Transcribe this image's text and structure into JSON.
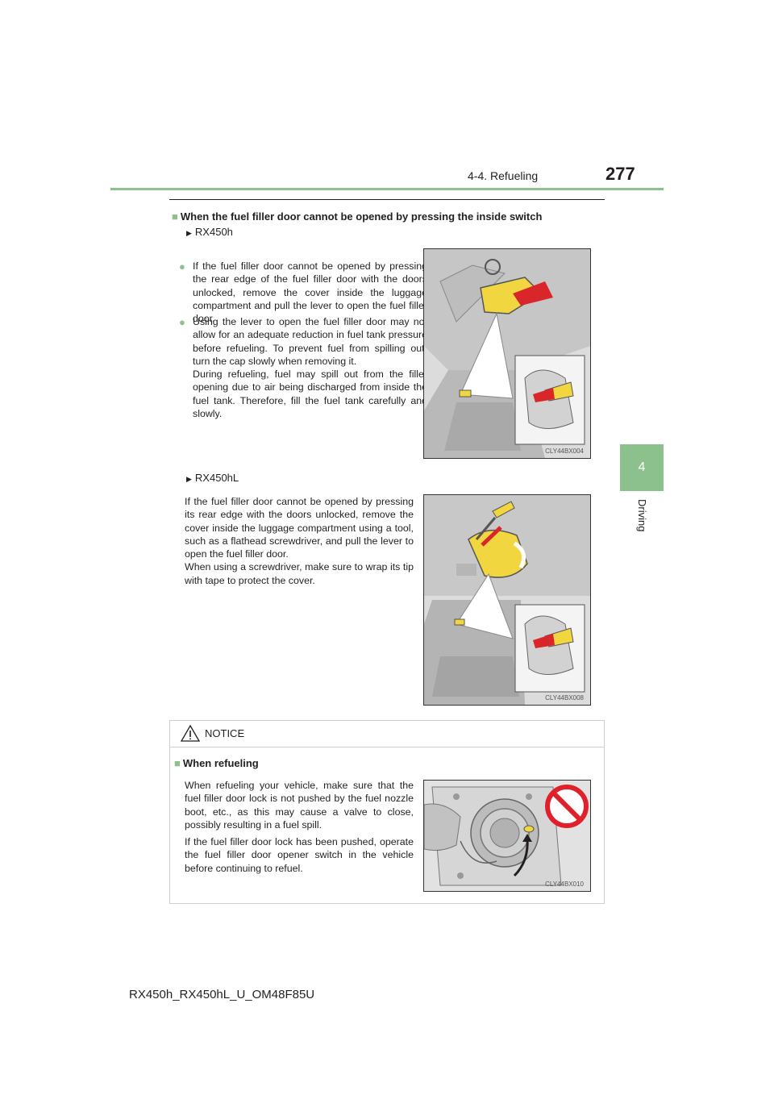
{
  "header": {
    "section_title": "4-4. Refueling",
    "page_number": "277"
  },
  "chapter_tab": {
    "number": "4",
    "label": "Driving"
  },
  "subheading": "When the fuel filler door cannot be opened by pressing the inside switch",
  "rx450h": {
    "model_label": "RX450h",
    "bullets": [
      "If the fuel filler door cannot be opened by pressing the rear edge of the fuel filler door with the doors unlocked, remove the cover inside the luggage compartment and pull the lever to open the fuel filler door.",
      "Using the lever to open the fuel filler door may not allow for an adequate reduction in fuel tank pressure before refueling. To prevent fuel from spilling out, turn the cap slowly when removing it.",
      "During refueling, fuel may spill out from the filler opening due to air being discharged from inside the fuel tank. Therefore, fill the fuel tank carefully and slowly."
    ],
    "figure_code": "CLY44BX004"
  },
  "rx450hl": {
    "model_label": "RX450hL",
    "paragraph_1": "If the fuel filler door cannot be opened by pressing its rear edge with the doors unlocked, remove the cover inside the luggage compartment using a tool, such as a flathead screwdriver, and pull the lever to open the fuel filler door.",
    "paragraph_2": "When using a screwdriver, make sure to wrap its tip with tape to protect the cover.",
    "figure_code": "CLY44BX008"
  },
  "notice": {
    "title": "NOTICE",
    "subheading": "When refueling",
    "paragraph_1": "When refueling your vehicle, make sure that the fuel filler door lock is not pushed by the fuel nozzle boot, etc., as this may cause a valve to close, possibly resulting in a fuel spill.",
    "paragraph_2": "If the fuel filler door lock has been pushed, operate the fuel filler door opener switch in the vehicle before continuing to refuel.",
    "figure_code": "CLY44BX010"
  },
  "footer": "RX450h_RX450hL_U_OM48F85U",
  "colors": {
    "accent_green": "#8cc08c",
    "highlight_yellow": "#f2d640",
    "arrow_red": "#d9262a",
    "prohibit_red": "#e0202a"
  }
}
